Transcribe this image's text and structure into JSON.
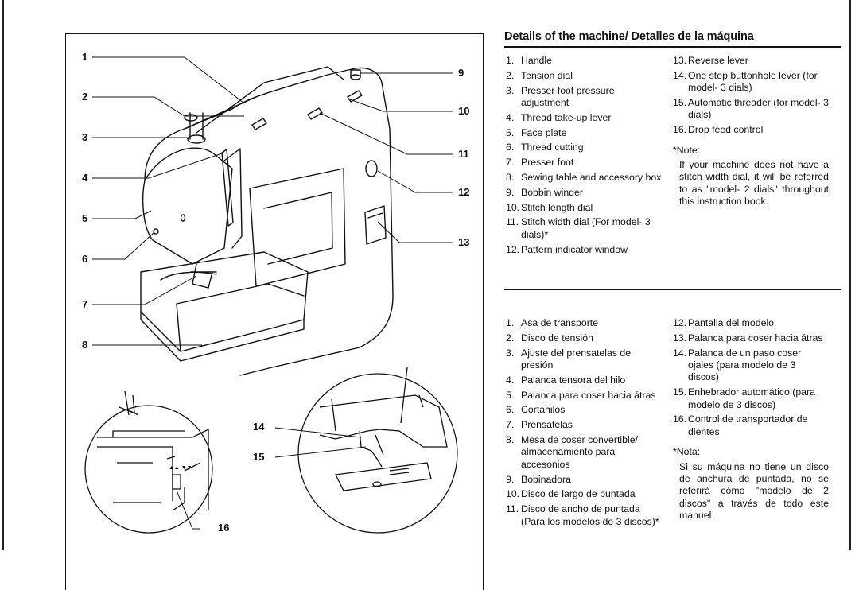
{
  "header": {
    "title": "Details of the machine/ Detalles de la máquina"
  },
  "diagram": {
    "callouts": [
      "1",
      "2",
      "3",
      "4",
      "5",
      "6",
      "7",
      "8",
      "9",
      "10",
      "11",
      "12",
      "13",
      "14",
      "15",
      "16"
    ]
  },
  "english": {
    "left": [
      {
        "n": "1.",
        "t": "Handle"
      },
      {
        "n": "2.",
        "t": "Tension dial"
      },
      {
        "n": "3.",
        "t": "Presser foot pressure adjustment"
      },
      {
        "n": "4.",
        "t": "Thread take-up lever"
      },
      {
        "n": "5.",
        "t": "Face plate"
      },
      {
        "n": "6.",
        "t": "Thread cutting"
      },
      {
        "n": "7.",
        "t": "Presser foot"
      },
      {
        "n": "8.",
        "t": "Sewing table and accessory box"
      },
      {
        "n": "9.",
        "t": "Bobbin winder"
      },
      {
        "n": "10.",
        "t": "Stitch length dial"
      },
      {
        "n": "11.",
        "t": "Stitch width dial (For model- 3 dials)*"
      },
      {
        "n": "12.",
        "t": "Pattern indicator window"
      }
    ],
    "right": [
      {
        "n": "13.",
        "t": "Reverse lever"
      },
      {
        "n": "14.",
        "t": "One step buttonhole lever (for model- 3 dials)"
      },
      {
        "n": "15.",
        "t": "Automatic threader (for model- 3 dials)"
      },
      {
        "n": "16.",
        "t": "Drop feed control"
      }
    ],
    "note_heading": "*Note:",
    "note_body": "If your machine does not have a stitch width dial, it will be referred to as \"model- 2 dials\" throughout this instruction book."
  },
  "spanish": {
    "left": [
      {
        "n": "1.",
        "t": "Asa de transporte"
      },
      {
        "n": "2.",
        "t": "Disco de tensión"
      },
      {
        "n": "3.",
        "t": "Ajuste del prensatelas de presión"
      },
      {
        "n": "4.",
        "t": "Palanca tensora del hilo"
      },
      {
        "n": "5.",
        "t": "Palanca para coser hacia átras"
      },
      {
        "n": "6.",
        "t": "Cortahilos"
      },
      {
        "n": "7.",
        "t": "Prensatelas"
      },
      {
        "n": "8.",
        "t": "Mesa de coser convertible/ almacenamiento para accesonios"
      },
      {
        "n": "9.",
        "t": "Bobinadora"
      },
      {
        "n": "10.",
        "t": "Disco de largo de puntada"
      },
      {
        "n": "11.",
        "t": "Disco de ancho de puntada (Para los modelos de 3 discos)*"
      }
    ],
    "right": [
      {
        "n": "12.",
        "t": "Pantalla del modelo"
      },
      {
        "n": "13.",
        "t": "Palanca para coser hacia átras"
      },
      {
        "n": "14.",
        "t": "Palanca de un paso coser ojales (para modelo de 3 discos)"
      },
      {
        "n": "15.",
        "t": "Enhebrador automático (para modelo de 3 discos)"
      },
      {
        "n": "16.",
        "t": "Control de transportador de dientes"
      }
    ],
    "note_heading": "*Nota:",
    "note_body": "Si su máquina no tiene un disco de anchura de puntada, no se referirá cómo \"modelo de 2 discos\" a través de todo este manuel."
  }
}
